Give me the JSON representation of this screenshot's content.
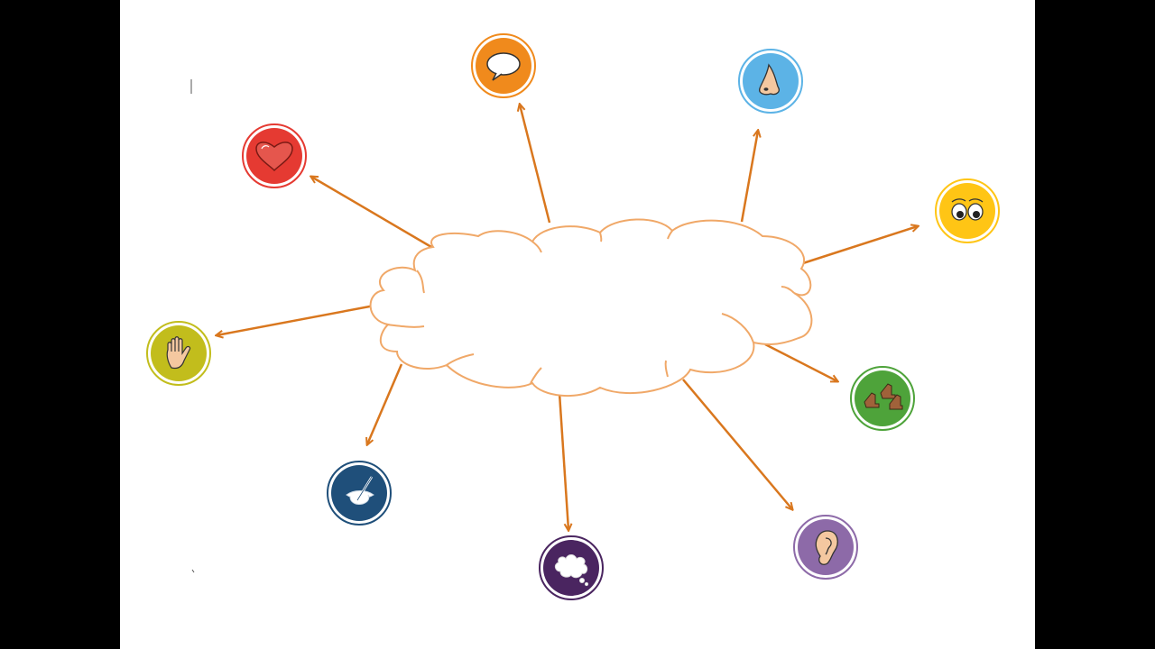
{
  "colors": {
    "letterbox": "#000000",
    "page": "#ffffff",
    "cloud_stroke": "#f0a868",
    "arrow": "#d9771e"
  },
  "diagram": {
    "type": "mind-map",
    "center": {
      "shape": "cloud",
      "text": ""
    },
    "nodes": [
      {
        "id": "speech",
        "icon": "speech-bubble-icon",
        "color": "#f08a1c"
      },
      {
        "id": "smell",
        "icon": "nose-icon",
        "color": "#5cb3e6"
      },
      {
        "id": "sight",
        "icon": "eyes-icon",
        "color": "#ffc515"
      },
      {
        "id": "movement",
        "icon": "walking-feet-icon",
        "color": "#4ea33a"
      },
      {
        "id": "hearing",
        "icon": "ear-icon",
        "color": "#8d6aa8"
      },
      {
        "id": "thinking",
        "icon": "thought-bubble-icon",
        "color": "#4a2560"
      },
      {
        "id": "writing",
        "icon": "writing-hand-icon",
        "color": "#1f4f7a"
      },
      {
        "id": "touch",
        "icon": "hand-icon",
        "color": "#c2bd1c"
      },
      {
        "id": "feeling",
        "icon": "heart-icon",
        "color": "#e53a32"
      }
    ]
  }
}
